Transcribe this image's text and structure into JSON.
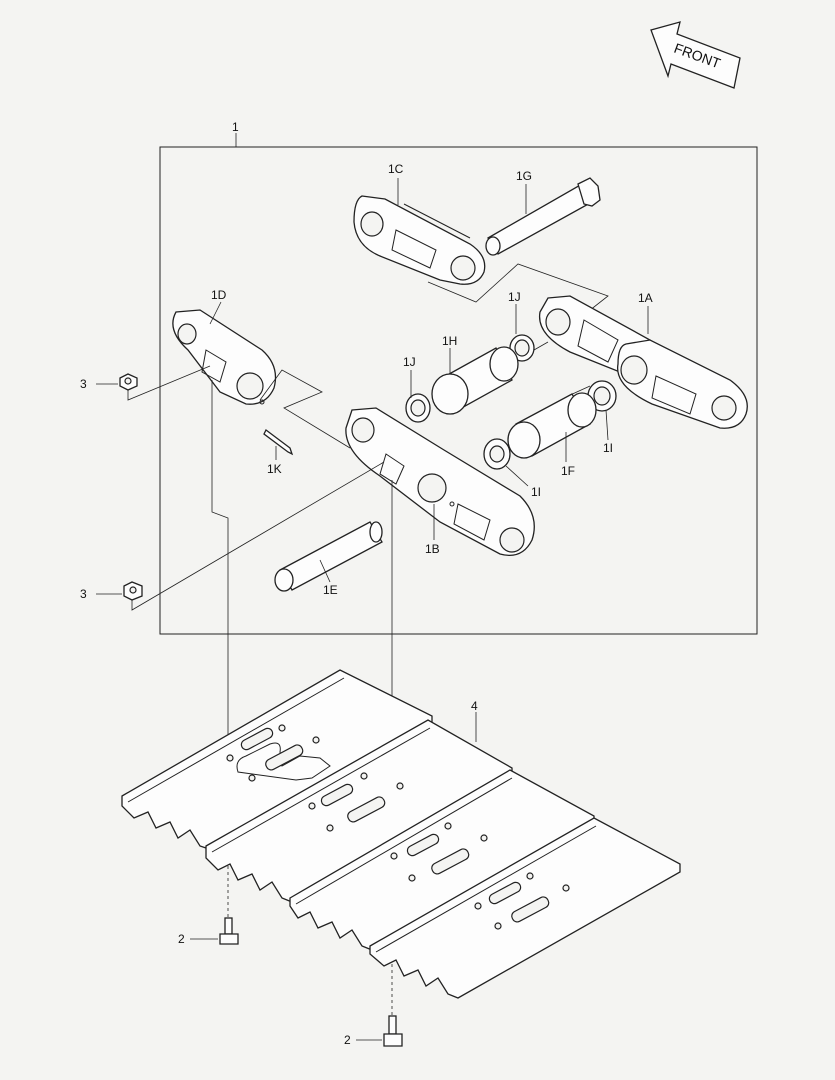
{
  "front_arrow": {
    "text": "FRONT"
  },
  "callouts": {
    "c1": "1",
    "c1A": "1A",
    "c1B": "1B",
    "c1C": "1C",
    "c1D": "1D",
    "c1E": "1E",
    "c1F": "1F",
    "c1G": "1G",
    "c1H": "1H",
    "c1I_a": "1I",
    "c1I_b": "1I",
    "c1J_a": "1J",
    "c1J_b": "1J",
    "c1K": "1K",
    "c2_a": "2",
    "c2_b": "2",
    "c3_a": "3",
    "c3_b": "3",
    "c4": "4"
  }
}
